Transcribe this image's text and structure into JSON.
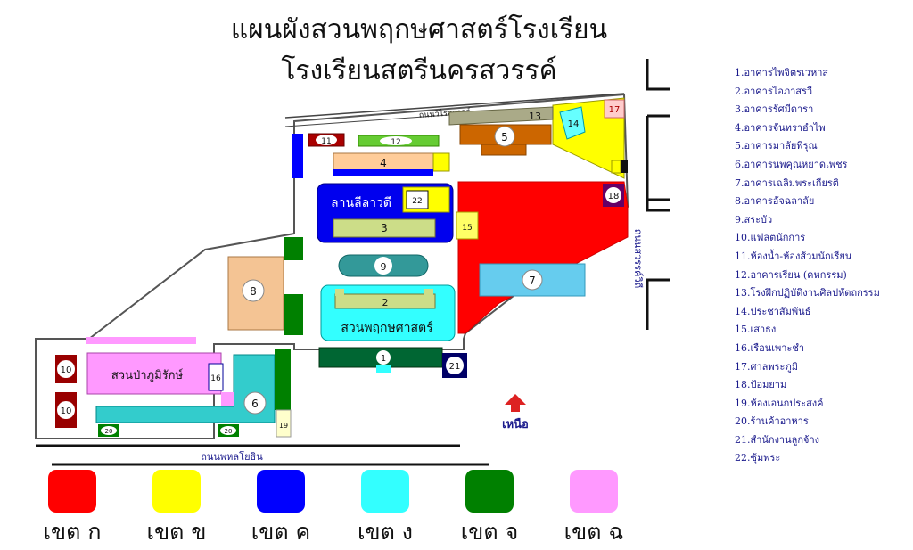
{
  "title": {
    "line1": "แผนผังสวนพฤกษศาสตร์โรงเรียน",
    "line2": "โรงเรียนสตรีนครสวรรค์"
  },
  "roads": {
    "north": "ถนนวิไรสวรรค์",
    "south": "ถนนพหลโยธิน",
    "east": "ถนนสวรรค์วิถี"
  },
  "compass": {
    "label": "เหนือ",
    "icon": "north-arrow-icon"
  },
  "map_labels": {
    "lan": "ลานลีลาวดี",
    "garden": "สวนพฤกษศาสตร์",
    "forest": "สวนป่าภูมิรักษ์"
  },
  "markers": {
    "m1": "1",
    "m2": "2",
    "m3": "3",
    "m4": "4",
    "m5": "5",
    "m6": "6",
    "m7": "7",
    "m8": "8",
    "m9": "9",
    "m10a": "10",
    "m10b": "10",
    "m11": "11",
    "m12": "12",
    "m13": "13",
    "m14": "14",
    "m15": "15",
    "m16": "16",
    "m17": "17",
    "m18": "18",
    "m19": "19",
    "m20a": "20",
    "m20b": "20",
    "m21": "21",
    "m22": "22"
  },
  "legend": [
    "1.อาคารไพจิตรเวหาส",
    "2.อาคารไอภาสรวี",
    "3.อาคารรัศมีดารา",
    "4.อาคารจันทราอำไพ",
    "5.อาคารมาลัยพิรุณ",
    "6.อาคารนพคุณหยาดเพชร",
    "7.อาคารเฉลิมพระเกียรติ",
    "8.อาคารอัจฉลาลัย",
    "9.สระบัว",
    "10.แฟลตนักการ",
    "11.ห้องน้ำ-ห้องส้วมนักเรียน",
    "12.อาคารเรียน (คหกรรม)",
    "13.โรงฝึกปฏิบัติงานศิลปหัตถกรรม",
    "14.ประชาสัมพันธ์",
    "15.เสาธง",
    "16.เรือนเพาะชำ",
    "17.ศาลพระภูมิ",
    "18.ป้อมยาม",
    "19.ห้องเอนกประสงค์",
    "20.ร้านค้าอาหาร",
    "21.สำนักงานลูกจ้าง",
    "22.ซุ้มพระ"
  ],
  "zones": [
    {
      "label": "เขต ก",
      "color": "#ff0000"
    },
    {
      "label": "เขต ข",
      "color": "#ffff00"
    },
    {
      "label": "เขต ค",
      "color": "#0000ff"
    },
    {
      "label": "เขต ง",
      "color": "#33ffff"
    },
    {
      "label": "เขต จ",
      "color": "#008000"
    },
    {
      "label": "เขต ฉ",
      "color": "#ff99ff"
    }
  ]
}
